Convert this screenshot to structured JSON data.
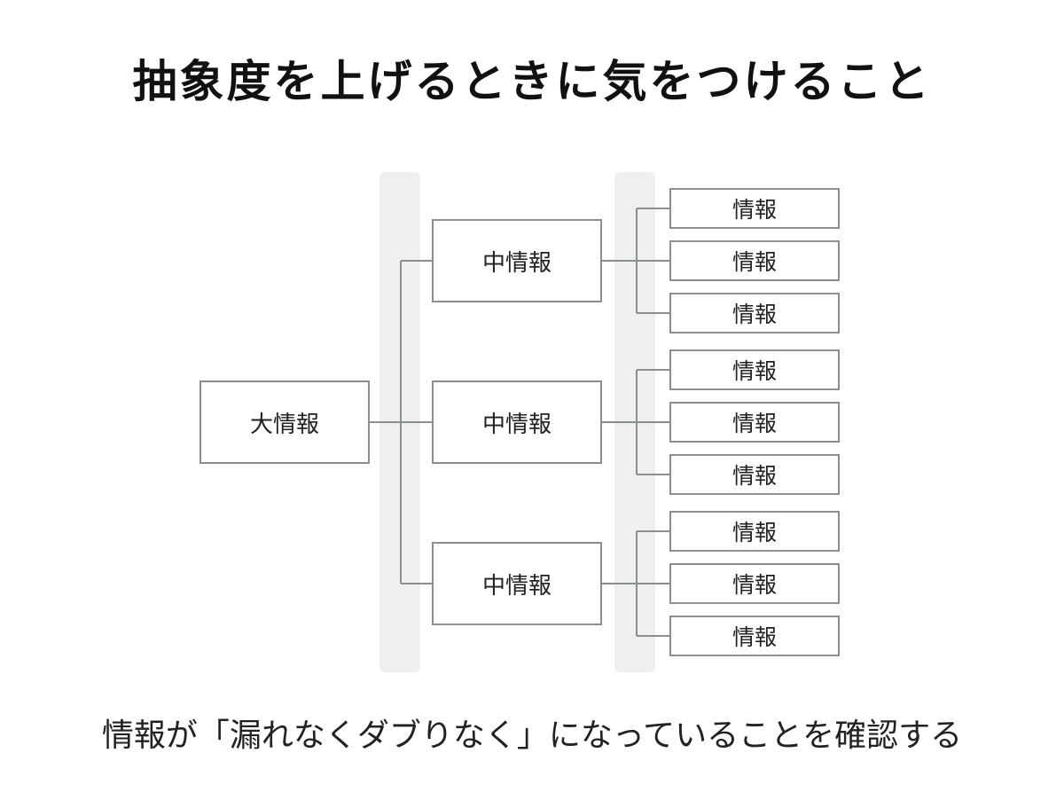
{
  "title": "抽象度を上げるときに気をつけること",
  "root": {
    "label": "大情報"
  },
  "middles": [
    {
      "label": "中情報",
      "children": [
        "情報",
        "情報",
        "情報"
      ]
    },
    {
      "label": "中情報",
      "children": [
        "情報",
        "情報",
        "情報"
      ]
    },
    {
      "label": "中情報",
      "children": [
        "情報",
        "情報",
        "情報"
      ]
    }
  ],
  "caption": "情報が「漏れなくダブりなく」になっていることを確認する",
  "colors": {
    "line": "#8a8f8c",
    "band": "#eef0ef",
    "text": "#222222"
  }
}
